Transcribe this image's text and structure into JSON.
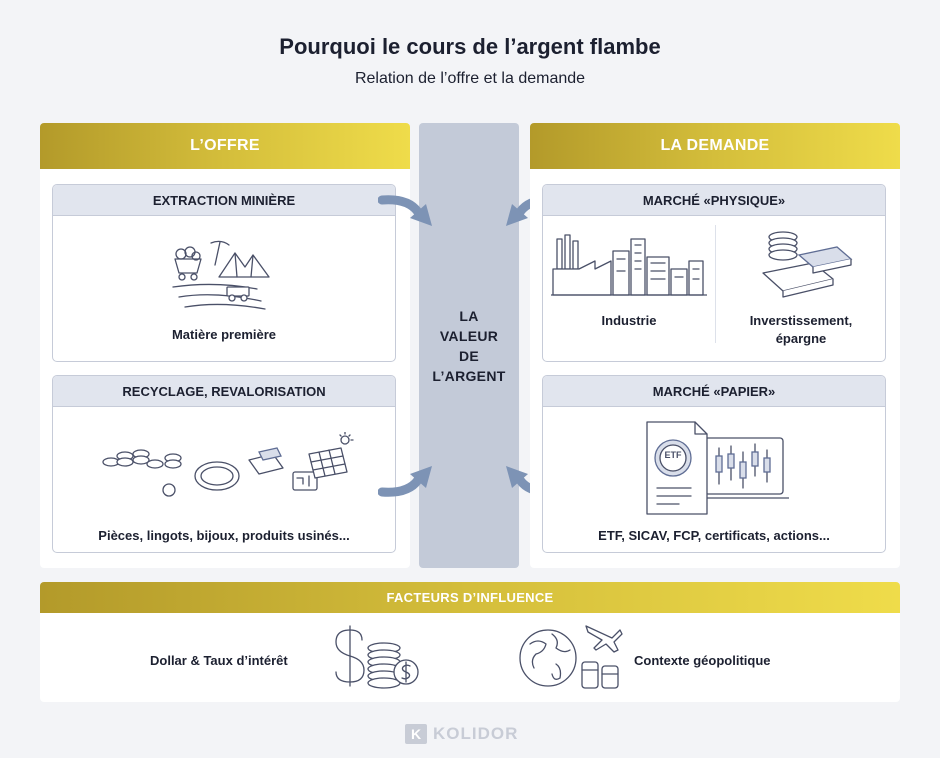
{
  "header": {
    "title": "Pourquoi le cours de l’argent flambe",
    "subtitle": "Relation de l’offre et la demande"
  },
  "offre": {
    "title": "L’OFFRE",
    "cards": [
      {
        "title": "EXTRACTION MINIÈRE",
        "caption": "Matière première"
      },
      {
        "title": "RECYCLAGE, REVALORISATION",
        "caption": "Pièces, lingots, bijoux, produits usinés..."
      }
    ]
  },
  "demande": {
    "title": "LA DEMANDE",
    "cards": [
      {
        "title": "MARCHÉ «PHYSIQUE»",
        "caption_left": "Industrie",
        "caption_right_1": "Inverstissement,",
        "caption_right_2": "épargne"
      },
      {
        "title": "MARCHÉ «PAPIER»",
        "caption": "ETF, SICAV, FCP, certificats, actions...",
        "etf_label": "ETF"
      }
    ]
  },
  "center": {
    "lines": [
      "LA",
      "VALEUR",
      "DE",
      "L’ARGENT"
    ]
  },
  "factors": {
    "title": "FACTEURS D’INFLUENCE",
    "left_label": "Dollar & Taux d’intérêt",
    "right_label": "Contexte géopolitique"
  },
  "brand": {
    "name": "KOLIDOR",
    "mark": "K"
  },
  "colors": {
    "gold_dark": "#b39a2a",
    "gold_light": "#efdc4a",
    "center_gray": "#c3cad8",
    "arrow_blue": "#7d93b5"
  }
}
